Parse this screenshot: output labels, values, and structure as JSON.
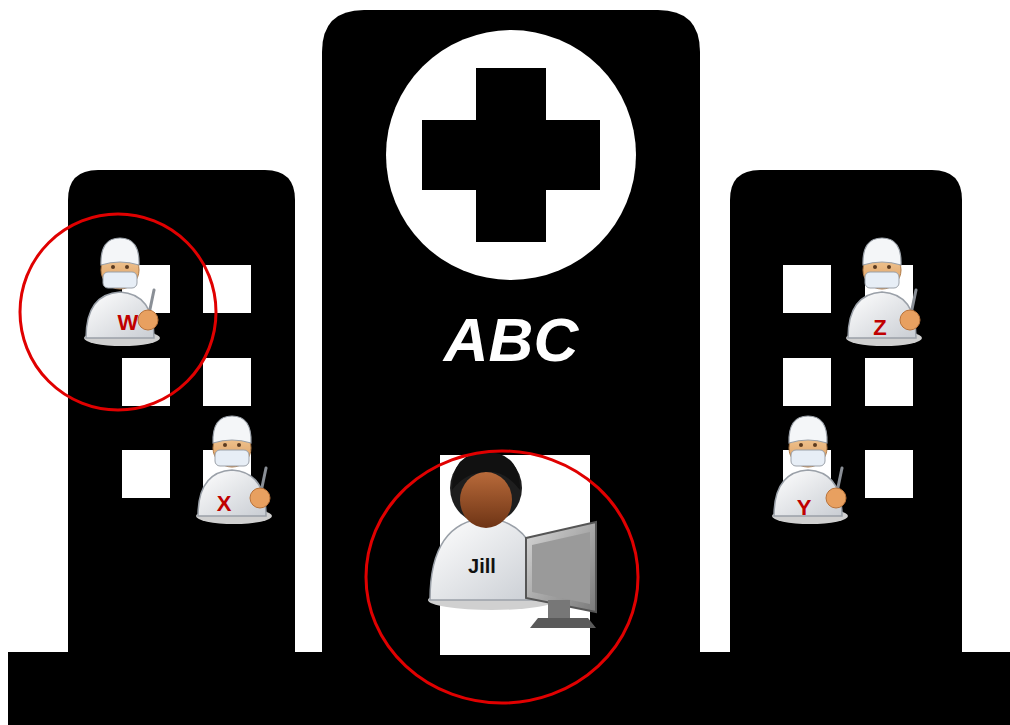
{
  "diagram": {
    "labels": [
      "ABC",
      "W",
      "Z",
      "X",
      "Y",
      "Jill"
    ]
  }
}
